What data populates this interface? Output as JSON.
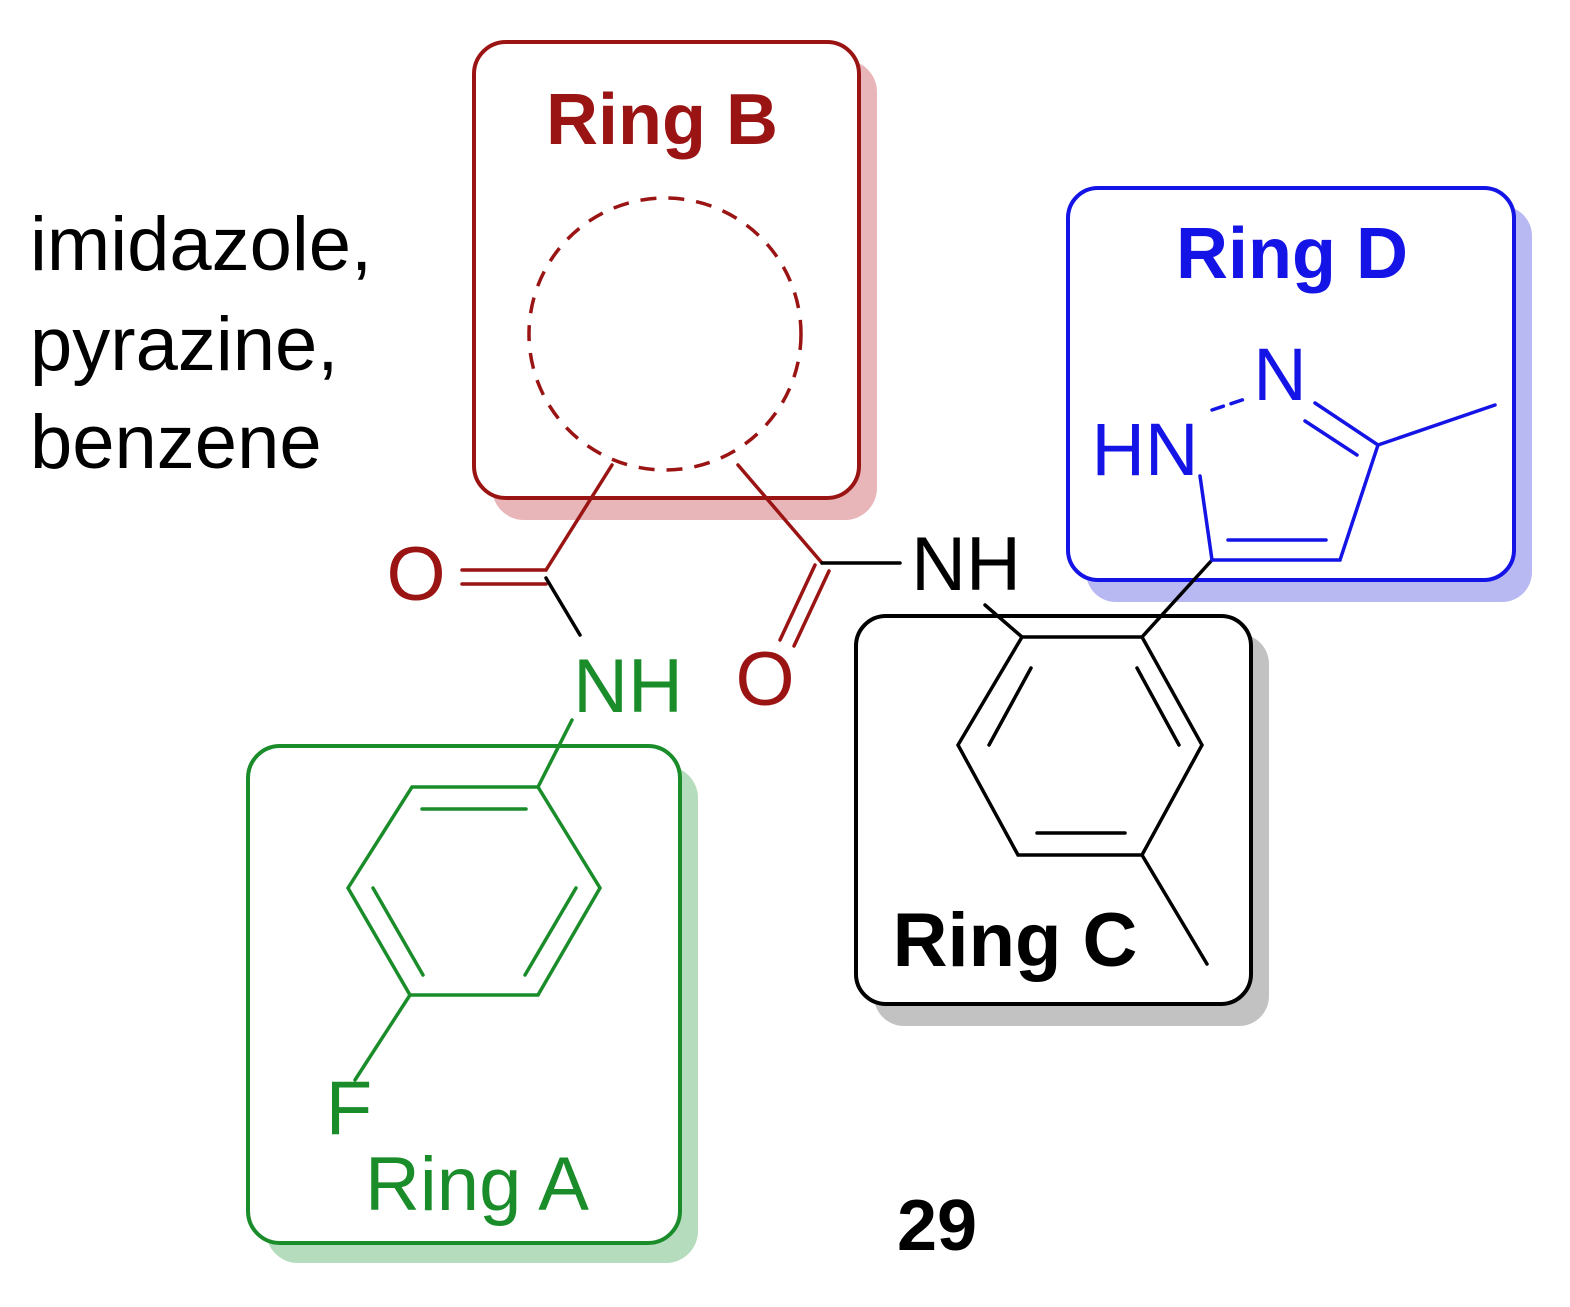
{
  "colors": {
    "ring_a": "#1a8c2a",
    "ring_a_shadow": "#b5dcbc",
    "ring_b": "#9b1414",
    "ring_b_shadow": "#e8b6b8",
    "ring_c": "#000000",
    "ring_c_shadow": "#c2c2c2",
    "ring_d": "#1414e6",
    "ring_d_shadow": "#b8b8f2",
    "text": "#000000"
  },
  "ring_b": {
    "title": "Ring B",
    "options": [
      "imidazole,",
      "pyrazine,",
      "benzene"
    ]
  },
  "ring_a": {
    "title": "Ring A",
    "substituent": "F"
  },
  "ring_c": {
    "title": "Ring C"
  },
  "ring_d": {
    "title": "Ring D",
    "atom_n": "N",
    "atom_hn": "HN"
  },
  "linker": {
    "oxygen_left": "O",
    "oxygen_right": "O",
    "nh_left": "NH",
    "nh_right": "NH"
  },
  "compound_number": "29"
}
